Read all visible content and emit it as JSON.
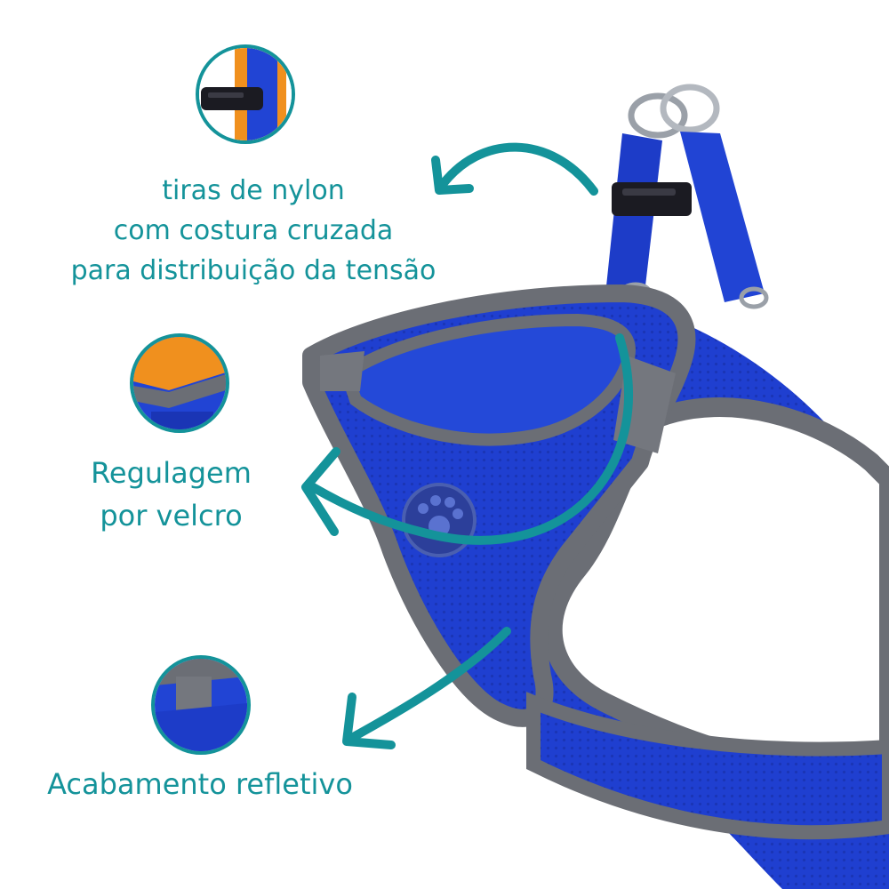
{
  "features": [
    {
      "id": "nylon",
      "lines": [
        "tiras de nylon",
        "com costura cruzada",
        "para distribuição da tensão"
      ],
      "detail_icon": "nylon-strap-closeup"
    },
    {
      "id": "velcro",
      "lines": [
        "Regulagem",
        "por velcro"
      ],
      "detail_icon": "velcro-closeup"
    },
    {
      "id": "reflective",
      "lines": [
        "Acabamento refletivo"
      ],
      "detail_icon": "reflective-trim-closeup"
    }
  ],
  "colors": {
    "accent": "#14939a",
    "harness_blue": "#1f3fd0",
    "harness_dark": "#1730a8",
    "trim_gray": "#6b6e75",
    "orange": "#f0901e"
  },
  "product_icon": "dog-harness"
}
